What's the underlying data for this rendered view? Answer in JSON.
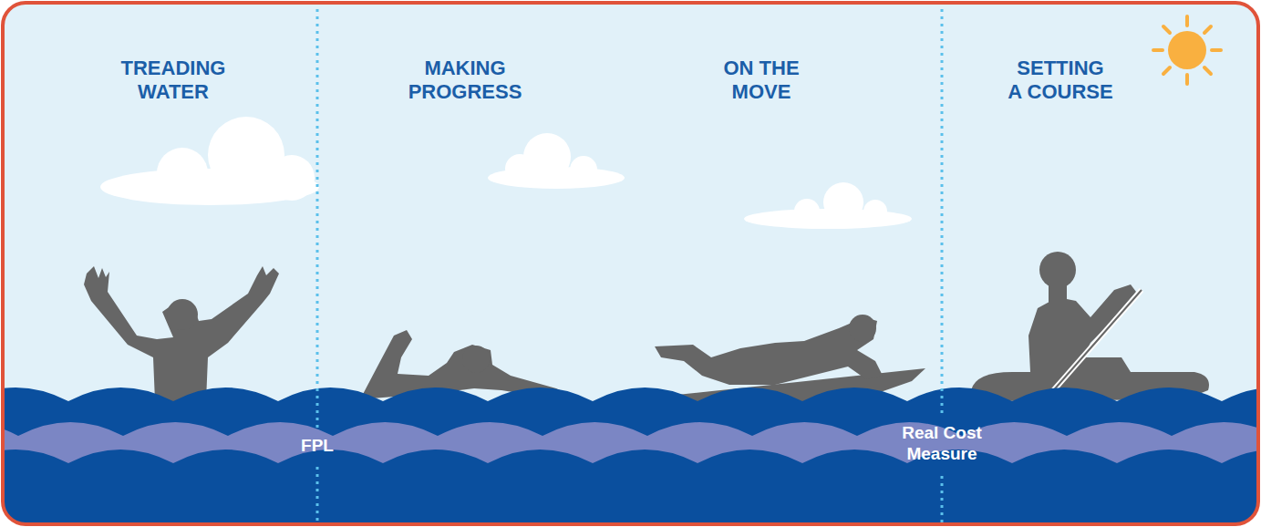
{
  "diagram": {
    "labels": [
      "TREADING WATER",
      "MAKING PROGRESS",
      "ON THE MOVE",
      "SETTING A COURSE",
      "FPL",
      "Real Cost Measure"
    ]
  }
}
